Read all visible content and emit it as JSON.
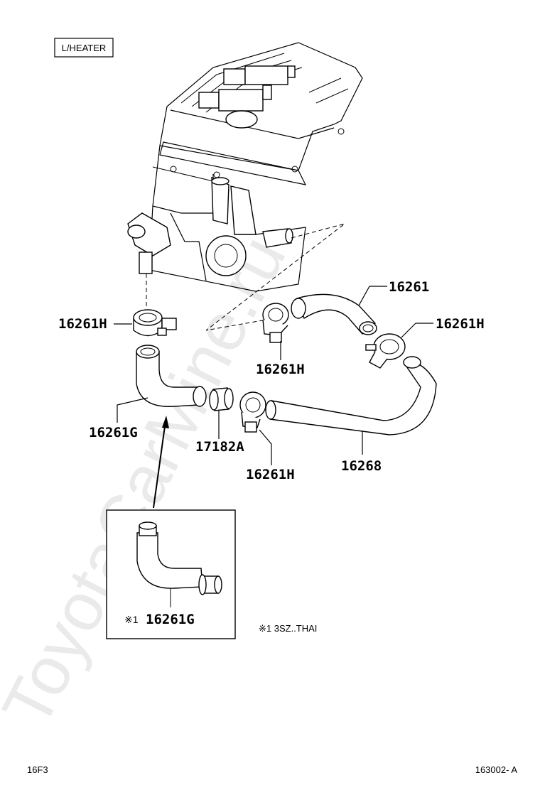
{
  "header_tag": "L/HEATER",
  "watermark": "ToyotaCarMine.ru",
  "parts": [
    {
      "id": "p16261",
      "label": "16261"
    },
    {
      "id": "p16261h_left",
      "label": "16261H"
    },
    {
      "id": "p16261h_right",
      "label": "16261H"
    },
    {
      "id": "p16261h_mid",
      "label": "16261H"
    },
    {
      "id": "p16261h_low",
      "label": "16261H"
    },
    {
      "id": "p16261g",
      "label": "16261G"
    },
    {
      "id": "p17182a",
      "label": "17182A"
    },
    {
      "id": "p16268",
      "label": "16268"
    }
  ],
  "inset": {
    "mark": "※1",
    "label": "16261G"
  },
  "footnote": "※1  3SZ..THAI",
  "footer_left": "16F3",
  "footer_right": "163002- A"
}
